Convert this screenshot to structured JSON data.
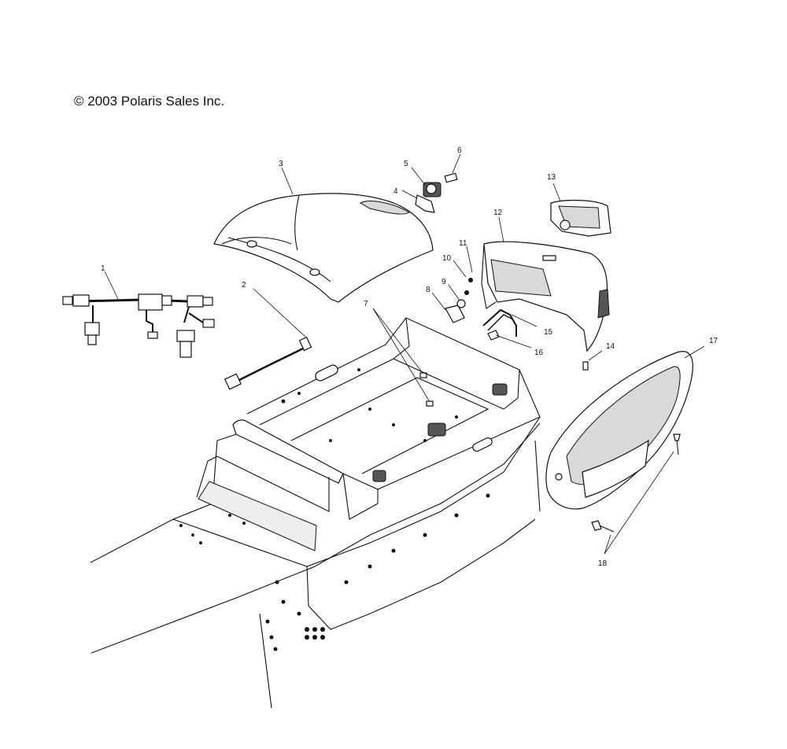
{
  "copyright": "© 2003 Polaris Sales Inc.",
  "callouts": [
    "1",
    "2",
    "3",
    "4",
    "5",
    "6",
    "7",
    "8",
    "9",
    "10",
    "11",
    "12",
    "13",
    "14",
    "15",
    "16",
    "17",
    "18"
  ]
}
